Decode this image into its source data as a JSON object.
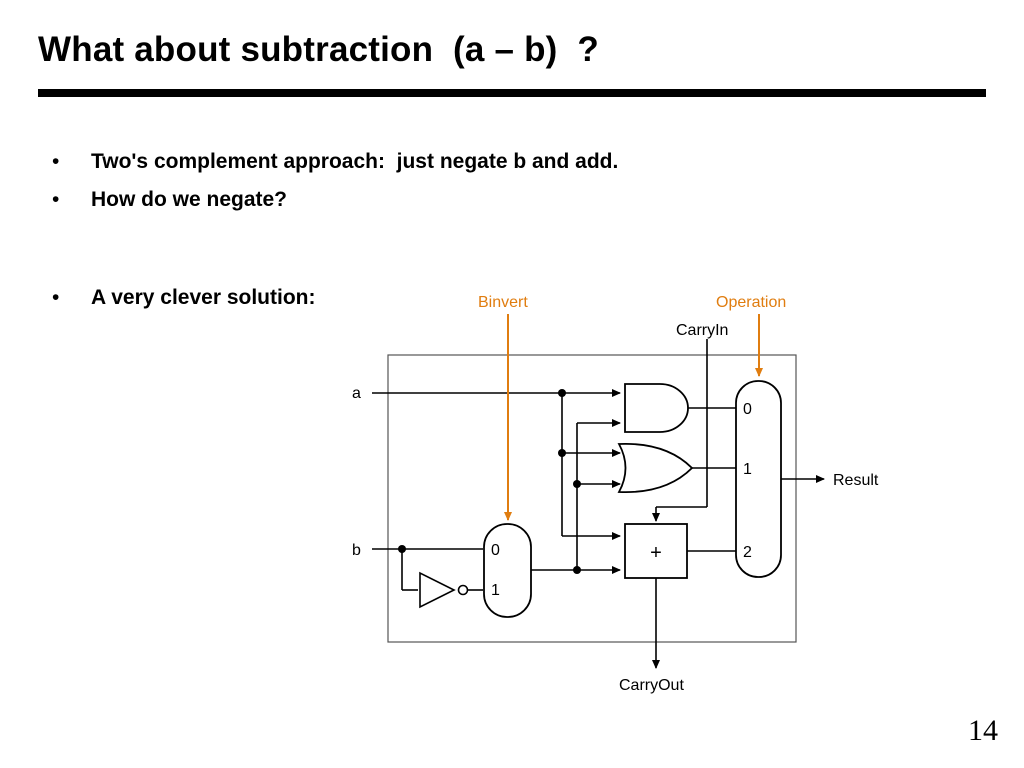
{
  "slide": {
    "title": "What about subtraction  (a – b)  ?",
    "page_number": "14"
  },
  "bullets": [
    {
      "symbol": "•",
      "text": "Two's complement approach:  just negate b and add."
    },
    {
      "symbol": "•",
      "text": "How do we negate?"
    },
    {
      "symbol": "•",
      "text": "A very clever solution:"
    }
  ],
  "diagram": {
    "inputs": {
      "a": "a",
      "b": "b"
    },
    "control_labels": {
      "binvert": "Binvert",
      "operation": "Operation"
    },
    "carry_in": "CarryIn",
    "carry_out": "CarryOut",
    "result": "Result",
    "adder_symbol": "+",
    "binvert_mux_inputs": [
      "0",
      "1"
    ],
    "result_mux_inputs": [
      "0",
      "1",
      "2"
    ],
    "colors": {
      "control": "#e07d10",
      "wire": "#000000"
    },
    "icons": {
      "and_gate": "and-gate-icon",
      "or_gate": "or-gate-icon",
      "inverter": "inverter-icon",
      "adder": "adder-box",
      "mux": "mux-icon"
    }
  }
}
